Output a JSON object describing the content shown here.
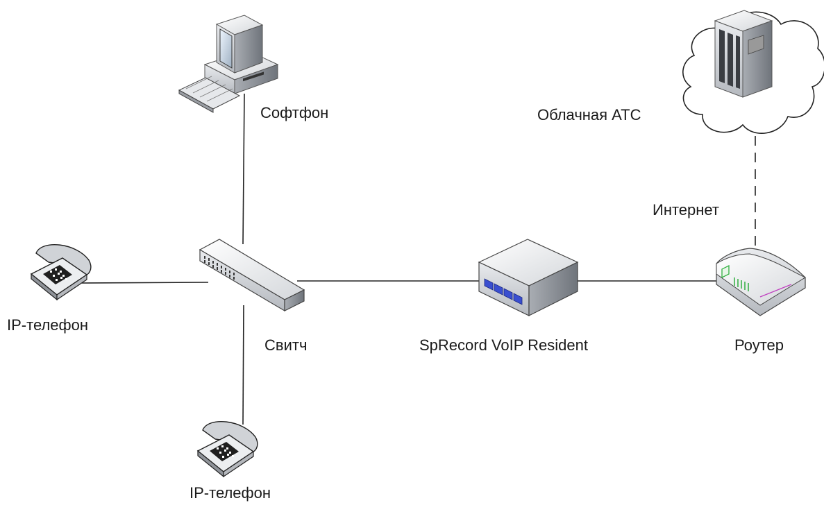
{
  "labels": {
    "softphone": "Софтфон",
    "cloud_pbx": "Облачная АТС",
    "internet": "Интернет",
    "ip_phone_left": "IP-телефон",
    "switch": "Свитч",
    "recorder": "SpRecord VoIP Resident",
    "router": "Роутер",
    "ip_phone_bottom": "IP-телефон"
  },
  "colors": {
    "line": "#222222",
    "device_light": "#eef0f2",
    "device_mid": "#c9ccd0",
    "device_dark": "#8c9096",
    "port_blue": "#3a4fd0",
    "router_green": "#22aa33",
    "router_magenta": "#c040c0"
  },
  "icons": [
    "desktop-pc-icon",
    "server-icon",
    "cloud-icon",
    "telephone-icon",
    "switch-icon",
    "recorder-appliance-icon",
    "router-icon"
  ]
}
